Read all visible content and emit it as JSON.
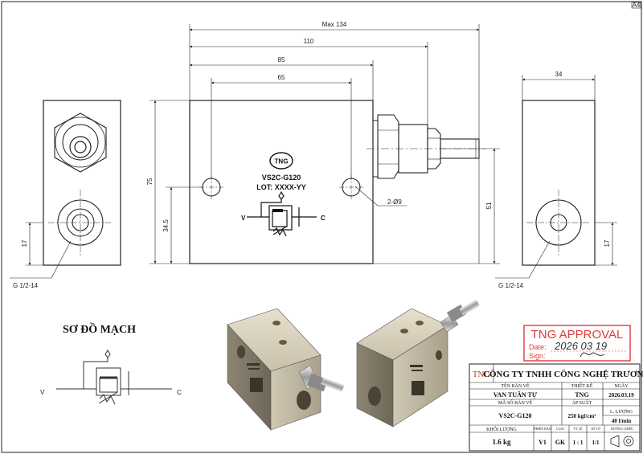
{
  "sheet_corner_label": "A4",
  "dimensions": {
    "max_length": "Max 134",
    "length_110": "110",
    "length_85": "85",
    "length_65": "65",
    "width_34": "34",
    "height_75": "75",
    "height_34_5": "34.5",
    "height_51": "51",
    "height_17_left": "17",
    "height_17_right": "17",
    "holes": "2-Ø9"
  },
  "callouts": {
    "port_left": "G 1/2-14",
    "port_right": "G 1/2-14"
  },
  "body_marking": {
    "brand": "TNG",
    "model": "VS2C-G120",
    "lot": "LOT: XXXX-YY",
    "port_v": "V",
    "port_c": "C"
  },
  "schematic": {
    "title": "SƠ ĐỒ MẠCH",
    "port_v": "V",
    "port_c": "C"
  },
  "approval": {
    "title": "TNG APPROVAL",
    "date_label": "Date:",
    "date_value": "2026 03 19",
    "sign_label": "Sign:"
  },
  "title_block": {
    "logo": "TNG",
    "company": "CÔNG TY TNHH CÔNG NGHỆ TRƯƠNG",
    "rows": [
      {
        "header": [
          "TÊN BẢN VẼ",
          "THIẾT KẾ",
          "NGÀY"
        ],
        "value": [
          "VAN TUẦN TỰ",
          "TNG",
          "2026.03.19"
        ]
      },
      {
        "header": [
          "MÃ SỐ BẢN VẼ",
          "ÁP SUẤT",
          "L. LƯỢNG"
        ],
        "value": [
          "VS2C-G120",
          "250 kgf/cm²",
          "40 l/min"
        ]
      }
    ],
    "bottom_header": [
      "KHỐI LƯỢNG",
      "PHIÊN BẢN",
      "LOẠI",
      "TỶ LỆ",
      "SỐ TỜ",
      "HƯỚNG CHIẾU"
    ],
    "bottom_value": [
      "1.6 kg",
      "V1",
      "GK",
      "1 : 1",
      "1/1"
    ]
  },
  "colors": {
    "line": "#222222",
    "approval_red": "#e03a3a",
    "metal_light": "#d9d3c2",
    "metal_mid": "#bdb59f",
    "metal_dark": "#6e6757"
  }
}
